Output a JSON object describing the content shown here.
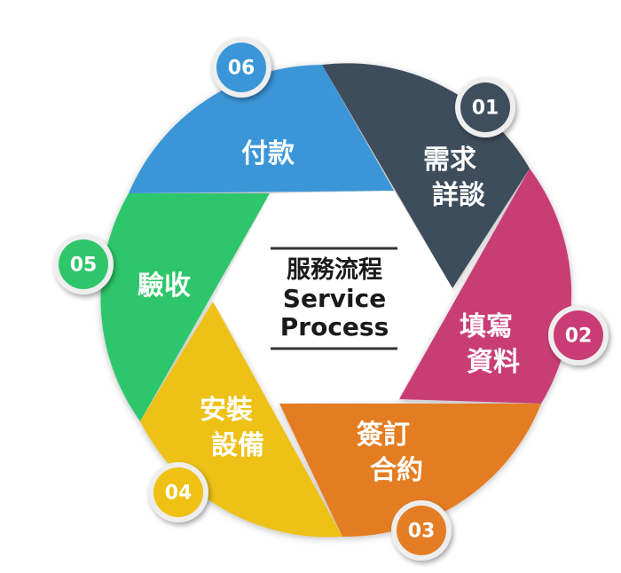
{
  "center": {
    "title_zh": "服務流程",
    "title_en_1": "Service",
    "title_en_2": "Process"
  },
  "steps": [
    {
      "number": "01",
      "label_1": "需求",
      "label_2": "詳談",
      "color": "#3e4e5c"
    },
    {
      "number": "02",
      "label_1": "填寫",
      "label_2": "資料",
      "color": "#c93c75"
    },
    {
      "number": "03",
      "label_1": "簽訂",
      "label_2": "合約",
      "color": "#e47d24"
    },
    {
      "number": "04",
      "label_1": "安裝",
      "label_2": "設備",
      "color": "#eec114"
    },
    {
      "number": "05",
      "label_1": "驗收",
      "label_2": "",
      "color": "#2fc66b"
    },
    {
      "number": "06",
      "label_1": "付款",
      "label_2": "",
      "color": "#3a96d8"
    }
  ]
}
